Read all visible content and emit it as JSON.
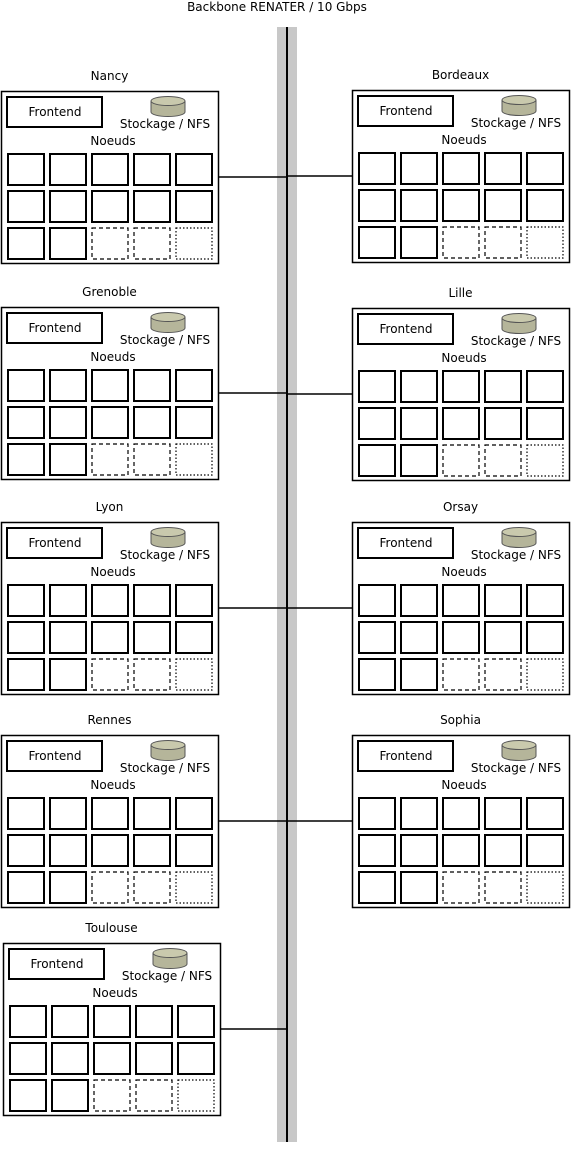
{
  "backbone": {
    "label": "Backbone RENATER / 10 Gbps"
  },
  "frontend_label": "Frontend",
  "storage_label": "Stockage / NFS",
  "nodes_label": "Noeuds",
  "sites": [
    {
      "name": "Nancy"
    },
    {
      "name": "Bordeaux"
    },
    {
      "name": "Grenoble"
    },
    {
      "name": "Lille"
    },
    {
      "name": "Lyon"
    },
    {
      "name": "Orsay"
    },
    {
      "name": "Rennes"
    },
    {
      "name": "Sophia"
    },
    {
      "name": "Toulouse"
    }
  ],
  "node_grid": {
    "rows": [
      [
        "solid",
        "solid",
        "solid",
        "solid",
        "solid"
      ],
      [
        "solid",
        "solid",
        "solid",
        "solid",
        "solid"
      ],
      [
        "solid",
        "solid",
        "dashed",
        "dashed",
        "dotted"
      ]
    ]
  },
  "colors": {
    "backbone_band": "#c8c8c8",
    "disk_fill": "#b5b59a",
    "disk_top": "#c9c9ad",
    "line": "#000000"
  }
}
